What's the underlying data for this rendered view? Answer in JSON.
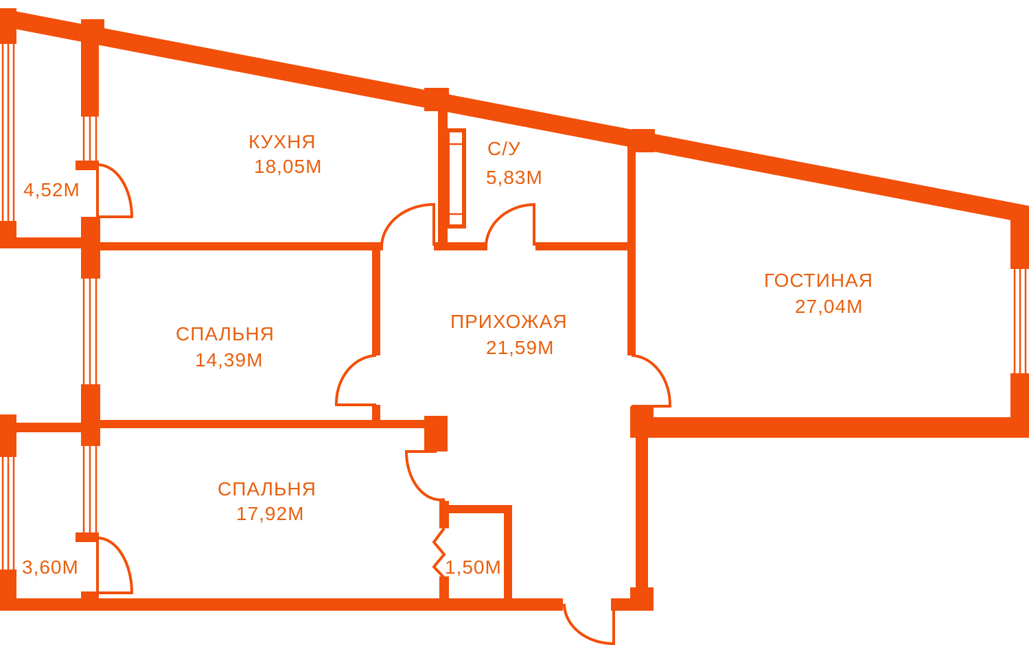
{
  "colors": {
    "wall": "#f24f0a",
    "text": "#e8600f",
    "background": "#ffffff"
  },
  "rooms": [
    {
      "id": "balcony-top",
      "name": "",
      "area": "4,52М"
    },
    {
      "id": "kitchen",
      "name": "КУХНЯ",
      "area": "18,05М"
    },
    {
      "id": "bathroom",
      "name": "С/У",
      "area": "5,83М"
    },
    {
      "id": "living-room",
      "name": "ГОСТИНАЯ",
      "area": "27,04М"
    },
    {
      "id": "hallway",
      "name": "ПРИХОЖАЯ",
      "area": "21,59М"
    },
    {
      "id": "bedroom-1",
      "name": "СПАЛЬНЯ",
      "area": "14,39М"
    },
    {
      "id": "bedroom-2",
      "name": "СПАЛЬНЯ",
      "area": "17,92М"
    },
    {
      "id": "balcony-bottom",
      "name": "",
      "area": "3,60М"
    },
    {
      "id": "storage",
      "name": "",
      "area": "1,50М"
    }
  ]
}
